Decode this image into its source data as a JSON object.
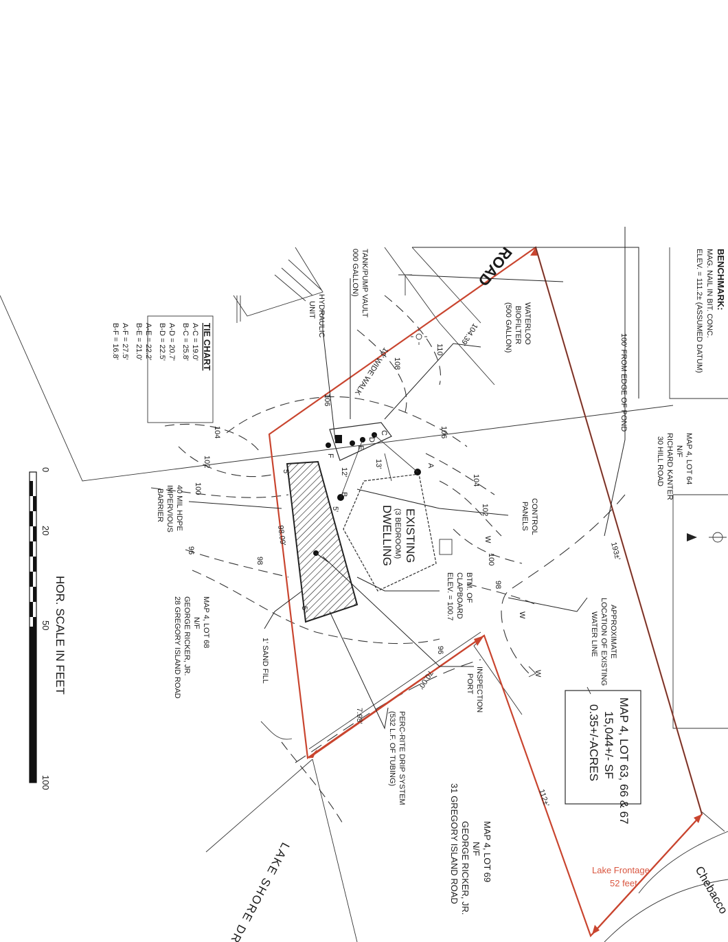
{
  "benchmark": {
    "title": "BENCHMARK:",
    "line1": "MAG. NAIL IN BIT. CONC.",
    "line2": "ELEV. = 111.2± (ASSUMED DATUM)"
  },
  "road_label": "ROAD",
  "abutters": {
    "lot64": [
      "MAP 4, LOT 64",
      "N/F",
      "RICHARD KANTER",
      "30 HILL ROAD"
    ],
    "lot68": [
      "MAP 4, LOT 68",
      "N/F",
      "GEORGE RICKER, JR.",
      "28 GREGORY ISLAND ROAD"
    ],
    "lot69": [
      "MAP 4, LOT 69",
      "N/F",
      "GEORGE RICKER, JR.",
      "31 GREGORY ISLAND ROAD"
    ]
  },
  "subject": [
    "MAP 4, LOT 63, 66 & 67",
    "15,044+/- SF",
    "0.35+/-ACRES"
  ],
  "tie_chart": {
    "title": "TIE CHART",
    "rows": [
      "A-C = 19.0'",
      "B-C = 25.8'",
      "A-D = 20.7'",
      "B-D = 22.5'",
      "A-E = 22.2'",
      "B-E = 21.0'",
      "A-F = 27.5'",
      "B-F = 16.8'"
    ]
  },
  "callouts": {
    "tank": [
      "TANK/PUMP VAULT",
      "000 GALLON)"
    ],
    "hydraulic": [
      "HYDRAULIC",
      "UNIT"
    ],
    "biofilter": [
      "WATERLOO",
      "BIOFILTER",
      "(500 GALLON)"
    ],
    "walk": "10' WIDE WALK",
    "pond": "100' FROM EDGE OF POND",
    "control": [
      "CONTROL",
      "PANELS"
    ],
    "waterline": [
      "APPROXIMATE",
      "LOCATION OF EXISTING",
      "WATER LINE"
    ],
    "clapboard": [
      "BTM. OF",
      "CLAPBOARD",
      "ELEV. = 100.7"
    ],
    "inspection": [
      "INSPECTION",
      "PORT"
    ],
    "percrite": [
      "PERC-RITE DRIP SYSTEM",
      "(532 L.F. OF TUBING)"
    ],
    "sandfill": "1' SAND FILL",
    "hdpe": [
      "40 MIL HDPE",
      "IMPERVIOUS",
      "BARRIER"
    ]
  },
  "dwelling": [
    "EXISTING",
    "(3 BEDROOM)",
    "DWELLING"
  ],
  "dimensions": {
    "d1": "104.39'",
    "d2": "193±'",
    "d3": "98.09'",
    "d4": "70.00'",
    "d5": "7.93'",
    "d6": "112±'",
    "s13": "13'",
    "s12": "12'",
    "s5a": "5'",
    "s5b": "5'",
    "s5c": "5'"
  },
  "points": [
    "A",
    "B",
    "C",
    "D",
    "E",
    "F"
  ],
  "contours": [
    "110",
    "108",
    "106",
    "106",
    "104",
    "104",
    "102",
    "102",
    "100",
    "100",
    "98",
    "98",
    "96",
    "96"
  ],
  "waterline_marks": [
    "W",
    "W",
    "W"
  ],
  "scale": {
    "ticks": [
      "0",
      "20",
      "50",
      "100"
    ],
    "label": "HOR. SCALE IN FEET"
  },
  "lake_drive": "LAKE SHORE DRIVE",
  "chebacco": "Chebacco",
  "lake_frontage": [
    "Lake Frontage",
    "52 feet"
  ],
  "colors": {
    "property_line": "#c9452f",
    "ink": "#2a2a2a"
  }
}
